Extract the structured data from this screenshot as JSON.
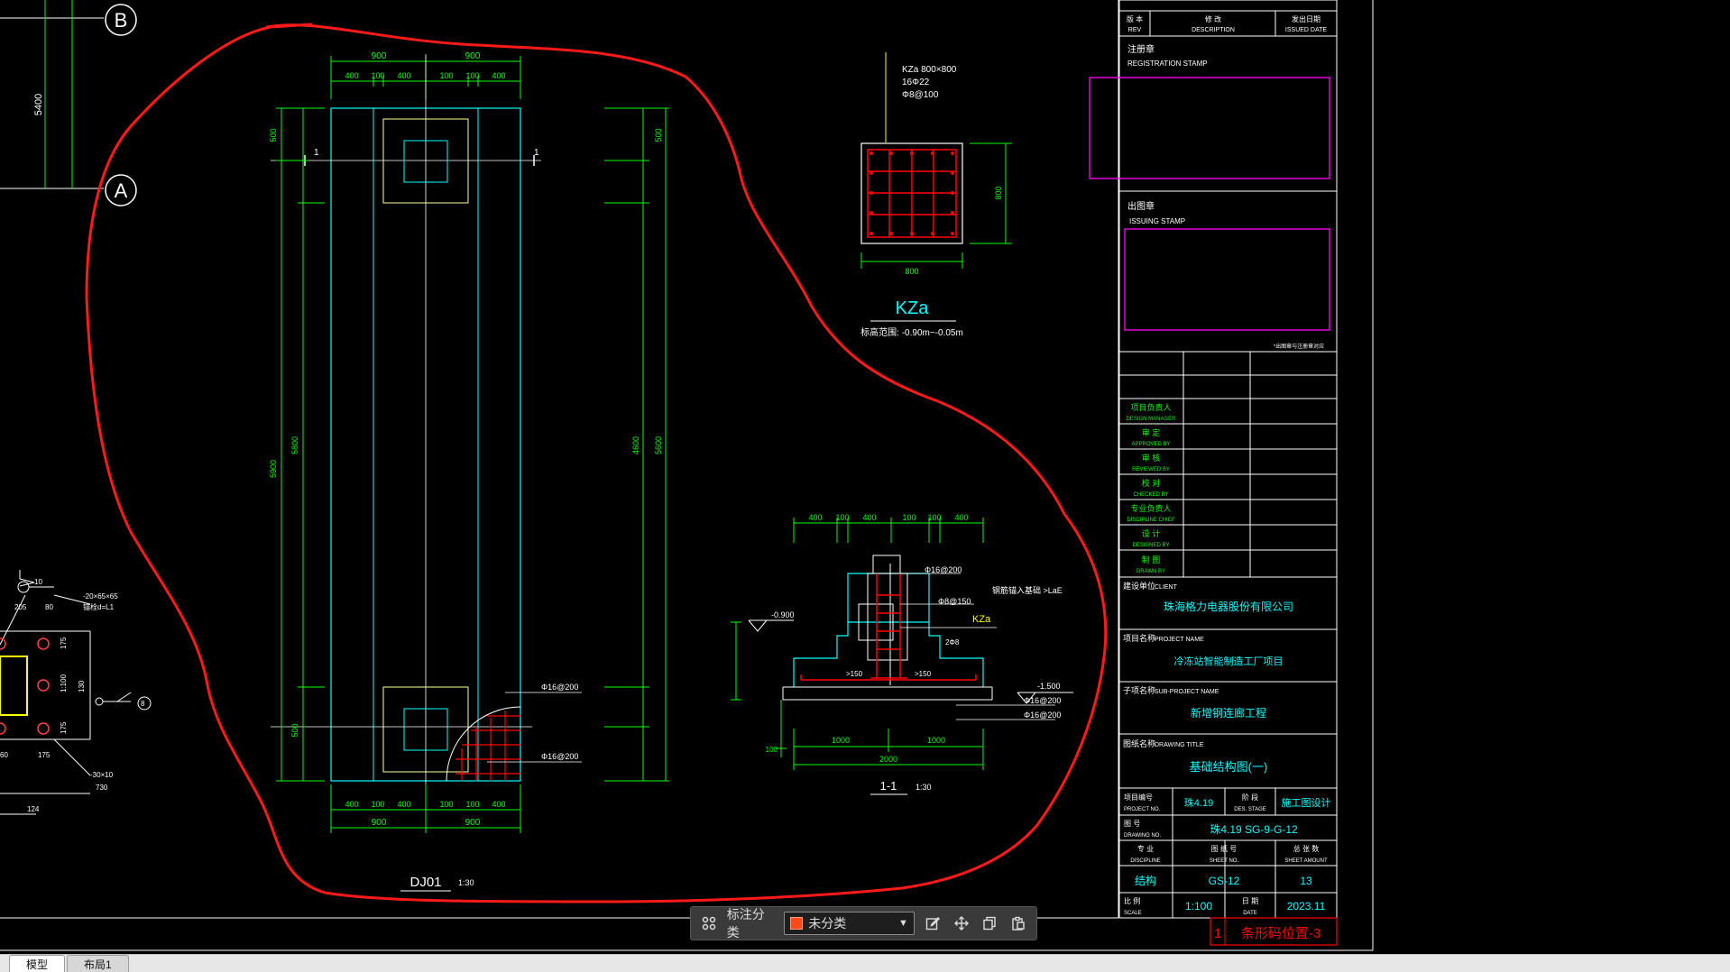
{
  "grid_axes": {
    "b_label": "B",
    "a_label": "A",
    "a_b_dim": "5400"
  },
  "footing_plan": {
    "top_dims": [
      "900",
      "900"
    ],
    "top_subdims": [
      "400",
      "100",
      "400",
      "100",
      "100",
      "400"
    ],
    "bottom_dims": [
      "900",
      "900"
    ],
    "bottom_subdims": [
      "400",
      "100",
      "400",
      "100",
      "100",
      "400"
    ],
    "left_dims": [
      "500",
      "5900",
      "5800",
      "500"
    ],
    "right_dims": [
      "4600",
      "5600",
      "500"
    ],
    "section_marker": "1",
    "rebar_label_1": "Φ16@200",
    "rebar_label_2": "Φ16@200",
    "title": "DJ01",
    "scale": "1:30"
  },
  "column_section": {
    "notes": [
      "KZa 800×800",
      "16Φ22",
      "Φ8@100"
    ],
    "width_dim": "800",
    "height_dim": "800",
    "title": "KZa",
    "elevation_note": "标高范围: -0.90m~-0.05m"
  },
  "section_1_1": {
    "top_dims": [
      "400",
      "100",
      "400",
      "100",
      "100",
      "400"
    ],
    "bar_labels": [
      "Φ16@200",
      "Φ8@150"
    ],
    "note": "钢筋锚入基础 >LaE",
    "column_tag": "KZa",
    "elev_top": "-0.900",
    "elev_bottom": "-1.500",
    "small_dims": [
      "2Φ8",
      ">150",
      ">150"
    ],
    "bottom_bar_labels": [
      "Φ16@200",
      "Φ16@200"
    ],
    "bottom_dims": [
      "1000",
      "1000"
    ],
    "total_dim": "2000",
    "left_dim": "100",
    "title": "1-1",
    "scale": "1:30"
  },
  "left_detail": {
    "labels": [
      "-20×65×65",
      "锚栓d=L1",
      "205",
      "80",
      "175",
      "1:100",
      "130",
      "175",
      "-30×10",
      "730",
      "60",
      "175",
      "8",
      "10",
      "124"
    ]
  },
  "title_block": {
    "header": [
      "版 本",
      "修 改",
      "发出日期"
    ],
    "header_en": [
      "REV",
      "DESCRIPTION",
      "ISSUED DATE"
    ],
    "reg_stamp": "注册章",
    "reg_stamp_en": "REGISTRATION STAMP",
    "issue_stamp": "出图章",
    "issue_stamp_en": "ISSUING STAMP",
    "stamp_note": "*出图章与注册章对应",
    "roles": [
      {
        "cn": "项目负责人",
        "en": "DESIGN MANAGER"
      },
      {
        "cn": "审 定",
        "en": "APPROVED BY"
      },
      {
        "cn": "审 核",
        "en": "REVIEWED BY"
      },
      {
        "cn": "校 对",
        "en": "CHECKED BY"
      },
      {
        "cn": "专业负责人",
        "en": "DISCIPLINE CHIEF"
      },
      {
        "cn": "设 计",
        "en": "DESIGNED BY"
      },
      {
        "cn": "制 图",
        "en": "DRAWN BY"
      }
    ],
    "client_label": "建设单位",
    "client_label_en": "CLIENT",
    "client_value": "珠海格力电器股份有限公司",
    "project_label": "项目名称",
    "project_label_en": "PROJECT NAME",
    "project_value": "冷冻站智能制造工厂项目",
    "subproject_label": "子项名称",
    "subproject_label_en": "SUB-PROJECT NAME",
    "subproject_value": "新增钢连廊工程",
    "drawing_title_label": "图纸名称",
    "drawing_title_label_en": "DRAWING TITLE",
    "drawing_title_value": "基础结构图(一)",
    "project_no_label": "项目编号",
    "project_no_label_en": "PROJECT NO.",
    "project_no_value": "珠4.19",
    "stage_label": "阶 段",
    "stage_label_en": "DES. STAGE",
    "stage_value": "施工图设计",
    "drawing_no_label": "图 号",
    "drawing_no_label_en": "DRAWING NO.",
    "drawing_no_value": "珠4.19 SG-9-G-12",
    "discipline_label": "专 业",
    "discipline_label_en": "DISCIPLINE",
    "discipline_value": "结构",
    "sheet_no_label": "图 纸 号",
    "sheet_no_label_en": "SHEET NO.",
    "sheet_no_value": "GS-12",
    "sheet_amount_label": "总 张 数",
    "sheet_amount_label_en": "SHEET AMOUNT",
    "sheet_amount_value": "13",
    "scale_label": "比 例",
    "scale_label_en": "SCALE",
    "scale_value": "1:100",
    "date_label": "日 期",
    "date_label_en": "DATE",
    "date_value": "2023.11",
    "barcode_num": "1",
    "barcode_text": "条形码位置-3"
  },
  "toolbar": {
    "grid_icon": "grid-icon",
    "label": "标注分类",
    "selected": "未分类",
    "swatch_color": "#ff4a1a",
    "icons": [
      "edit-icon",
      "move-icon",
      "copy-icon",
      "paste-icon"
    ]
  },
  "tabs": [
    {
      "label": "模型",
      "active": true
    },
    {
      "label": "布局1",
      "active": false
    }
  ],
  "colors": {
    "dim": "#00ff00",
    "outline": "#00ffff",
    "stamp": "#ff00ff",
    "rebar": "#ff0000",
    "annotation": "#ff0000",
    "footing_inner": "#ffff99",
    "text_white": "#ffffff",
    "text_yellow": "#ffff00"
  }
}
